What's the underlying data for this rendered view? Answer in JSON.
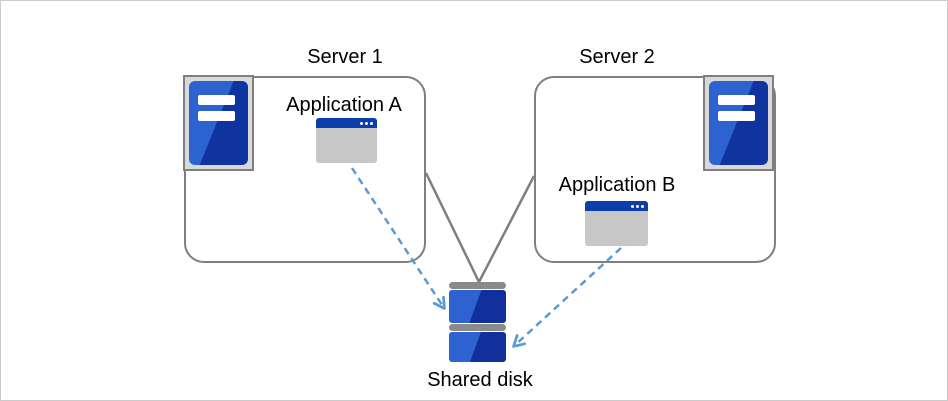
{
  "diagram": {
    "title_hint": "two servers sharing one disk",
    "servers": [
      {
        "id": "server1",
        "label": "Server 1",
        "application": "Application A"
      },
      {
        "id": "server2",
        "label": "Server 2",
        "application": "Application B"
      }
    ],
    "shared_disk_label": "Shared disk",
    "connections": [
      {
        "from": "Server 1",
        "to": "Shared disk",
        "style": "solid-gray-line"
      },
      {
        "from": "Server 2",
        "to": "Shared disk",
        "style": "solid-gray-line"
      },
      {
        "from": "Application A",
        "to": "Shared disk",
        "style": "dashed-blue-arrow"
      },
      {
        "from": "Application B",
        "to": "Shared disk",
        "style": "dashed-blue-arrow"
      }
    ],
    "icons": [
      {
        "name": "server-tower-icon",
        "shape": "blue tower with two white drive bays in gray frame"
      },
      {
        "name": "app-window-icon",
        "shape": "gray window with dark blue title bar and three dots"
      },
      {
        "name": "shared-disk-icon",
        "shape": "two stacked blue platters with gray caps"
      }
    ],
    "colors": {
      "canvas_border": "#cbcbcb",
      "box_border": "#7f7f7f",
      "connector_gray": "#7f7f7f",
      "arrow_blue": "#5b9bd5",
      "icon_blue_light": "#2d62d1",
      "icon_blue_dark": "#0f339f",
      "icon_frame_gray": "#d9d9d9",
      "window_titlebar_blue": "#0c3ea9",
      "window_body_gray": "#c7c7c7",
      "disk_cap_gray": "#8a8a8a",
      "text": "#000000"
    }
  }
}
